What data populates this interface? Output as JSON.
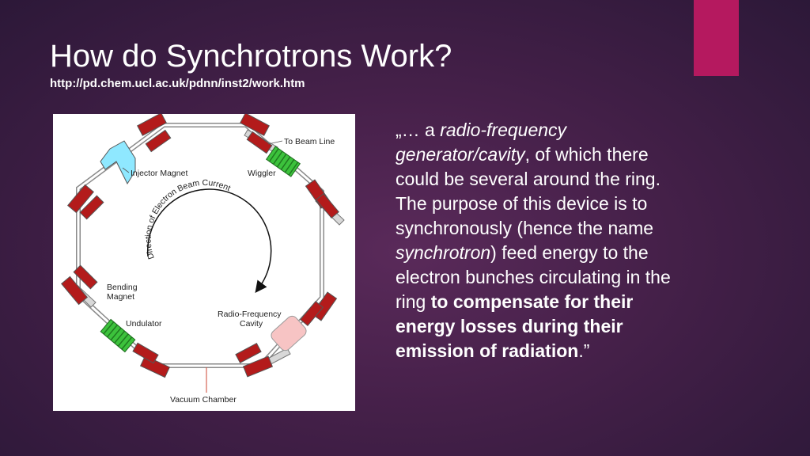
{
  "slide": {
    "title": "How do Synchrotrons Work?",
    "source_url": "http://pd.chem.ucl.ac.uk/pdnn/inst2/work.htm",
    "accent_color": "#b5195f"
  },
  "diagram": {
    "labels": {
      "beam_line": "To Beam Line",
      "injector_magnet": "Injector Magnet",
      "wiggler": "Wiggler",
      "direction": "Direction of Electron Beam Current",
      "bending_magnet_1": "Bending",
      "bending_magnet_2": "Magnet",
      "undulator": "Undulator",
      "rf_cavity_1": "Radio-Frequency",
      "rf_cavity_2": "Cavity",
      "vacuum_chamber": "Vacuum Chamber"
    },
    "colors": {
      "magnet": "#b31b1b",
      "injector": "#8fe8ff",
      "insertion_device": "#3cc23c",
      "rf_cavity": "#f7c4c4"
    }
  },
  "quote": {
    "open": "„… a ",
    "italic_1": "radio-frequency generator/cavity",
    "plain_1": ", of which there could be several around the ring. The purpose of this device is to synchronously (hence the name ",
    "italic_2": "synchrotron",
    "plain_2": ") feed energy to the electron bunches circulating in the ring ",
    "bold": "to compensate for their energy losses during their emission of radiation",
    "close": ".”"
  }
}
